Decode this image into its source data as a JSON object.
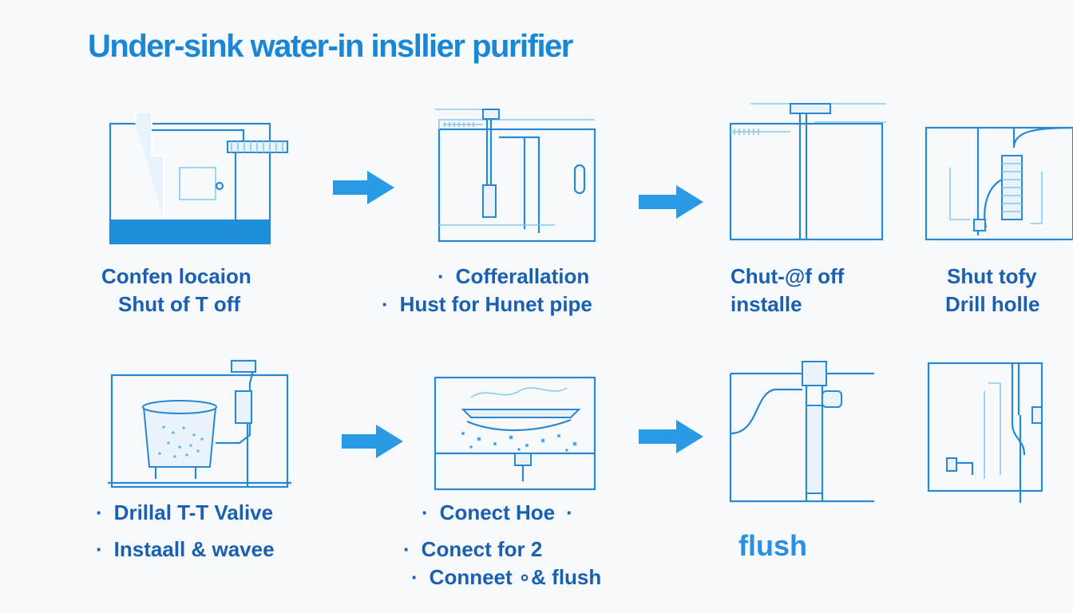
{
  "title": "Under-sink water-in insllier purifier",
  "colors": {
    "primary": "#2a87d2",
    "accent": "#1f8fdb",
    "text": "#1a5fb0",
    "background": "#f7fafd"
  },
  "steps": [
    {
      "lines": [
        {
          "bullet": "",
          "text": "Confen locaion"
        },
        {
          "bullet": "",
          "text": "Shut of T off"
        }
      ]
    },
    {
      "lines": [
        {
          "bullet": "·",
          "text": "Cofferallation"
        },
        {
          "bullet": "·",
          "text": "Hust for Hunet pipe"
        }
      ]
    },
    {
      "lines": [
        {
          "bullet": "",
          "text": "Chut-@f off"
        },
        {
          "bullet": "",
          "text": "installe"
        }
      ]
    },
    {
      "lines": [
        {
          "bullet": "",
          "text": "Shut tofy"
        },
        {
          "bullet": "",
          "text": "Drill holle"
        }
      ]
    },
    {
      "lines": [
        {
          "bullet": "·",
          "text": "Drillal T-T Valive"
        },
        {
          "bullet": "·",
          "text": "Instaall & wavee"
        }
      ]
    },
    {
      "lines": [
        {
          "bullet": "·",
          "text": "Conect Hoe",
          "trail": "·"
        },
        {
          "bullet": "·",
          "text": "Conect for 2"
        },
        {
          "bullet": "·",
          "text": "Conneet  ∘& flush"
        }
      ]
    },
    {
      "lines": [
        {
          "bullet": "",
          "text": "flush"
        }
      ]
    }
  ],
  "icons": [
    "arrow-right-icon",
    "arrow-right-icon",
    "arrow-right-icon",
    "arrow-right-icon"
  ]
}
